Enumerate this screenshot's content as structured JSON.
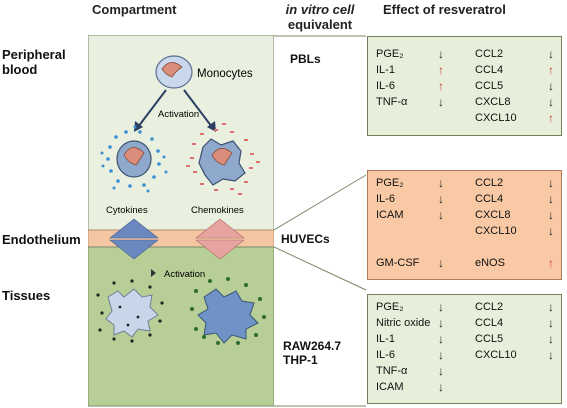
{
  "headers": {
    "compartment": "Compartment",
    "equivalent_line1": "in vitro cell",
    "equivalent_line2": "equivalent",
    "effect": "Effect of resveratrol"
  },
  "compartments": {
    "blood_line1": "Peripheral",
    "blood_line2": "blood",
    "endothelium": "Endothelium",
    "tissues": "Tissues"
  },
  "diagram": {
    "monocytes": "Monocytes",
    "activation_top": "Activation",
    "cytokines": "Cytokines",
    "chemokines": "Chemokines",
    "activation_bottom": "Activation"
  },
  "models": {
    "pbls": "PBLs",
    "huvecs": "HUVECs",
    "raw_line1": "RAW264.7",
    "raw_line2": "THP-1"
  },
  "effects": {
    "pbls": {
      "left": [
        {
          "label": "PGE₂",
          "dir": "↓"
        },
        {
          "label": "IL-1",
          "dir": "↑"
        },
        {
          "label": "IL-6",
          "dir": "↑"
        },
        {
          "label": "TNF-α",
          "dir": "↓"
        }
      ],
      "right": [
        {
          "label": "CCL2",
          "dir": "↓"
        },
        {
          "label": "CCL4",
          "dir": "↑"
        },
        {
          "label": "CCL5",
          "dir": "↓"
        },
        {
          "label": "CXCL8",
          "dir": "↓"
        },
        {
          "label": "CXCL10",
          "dir": "↑"
        }
      ]
    },
    "huvecs": {
      "left": [
        {
          "label": "PGE₂",
          "dir": "↓"
        },
        {
          "label": "IL-6",
          "dir": "↓"
        },
        {
          "label": "ICAM",
          "dir": "↓"
        }
      ],
      "right": [
        {
          "label": "CCL2",
          "dir": "↓"
        },
        {
          "label": "CCL4",
          "dir": "↓"
        },
        {
          "label": "CXCL8",
          "dir": "↓"
        },
        {
          "label": "CXCL10",
          "dir": "↓"
        }
      ],
      "extra": [
        {
          "label": "GM-CSF",
          "dir": "↓"
        },
        {
          "label": "eNOS",
          "dir": "↑"
        }
      ]
    },
    "raw": {
      "left": [
        {
          "label": "PGE₂",
          "dir": "↓"
        },
        {
          "label": "Nitric oxide",
          "dir": "↓"
        },
        {
          "label": "IL-1",
          "dir": "↓"
        },
        {
          "label": "IL-6",
          "dir": "↓"
        },
        {
          "label": "TNF-α",
          "dir": "↓"
        },
        {
          "label": "ICAM",
          "dir": "↓"
        }
      ],
      "right": [
        {
          "label": "CCL2",
          "dir": "↓"
        },
        {
          "label": "CCL4",
          "dir": "↓"
        },
        {
          "label": "CCL5",
          "dir": "↓"
        },
        {
          "label": "CXCL10",
          "dir": "↓"
        }
      ]
    }
  },
  "colors": {
    "blood_bg": "#eaf0df",
    "endothelium": "#f4c7a2",
    "tissue_bg": "#b7cf96",
    "effect_green": "#e7efda",
    "effect_orange": "#f8c9a4",
    "up_arrow": "#c8402b",
    "cytokine_dots": "#3a8fd0",
    "chemokine_dots": "#e07070",
    "cell_fill": "#8ea9cc"
  }
}
